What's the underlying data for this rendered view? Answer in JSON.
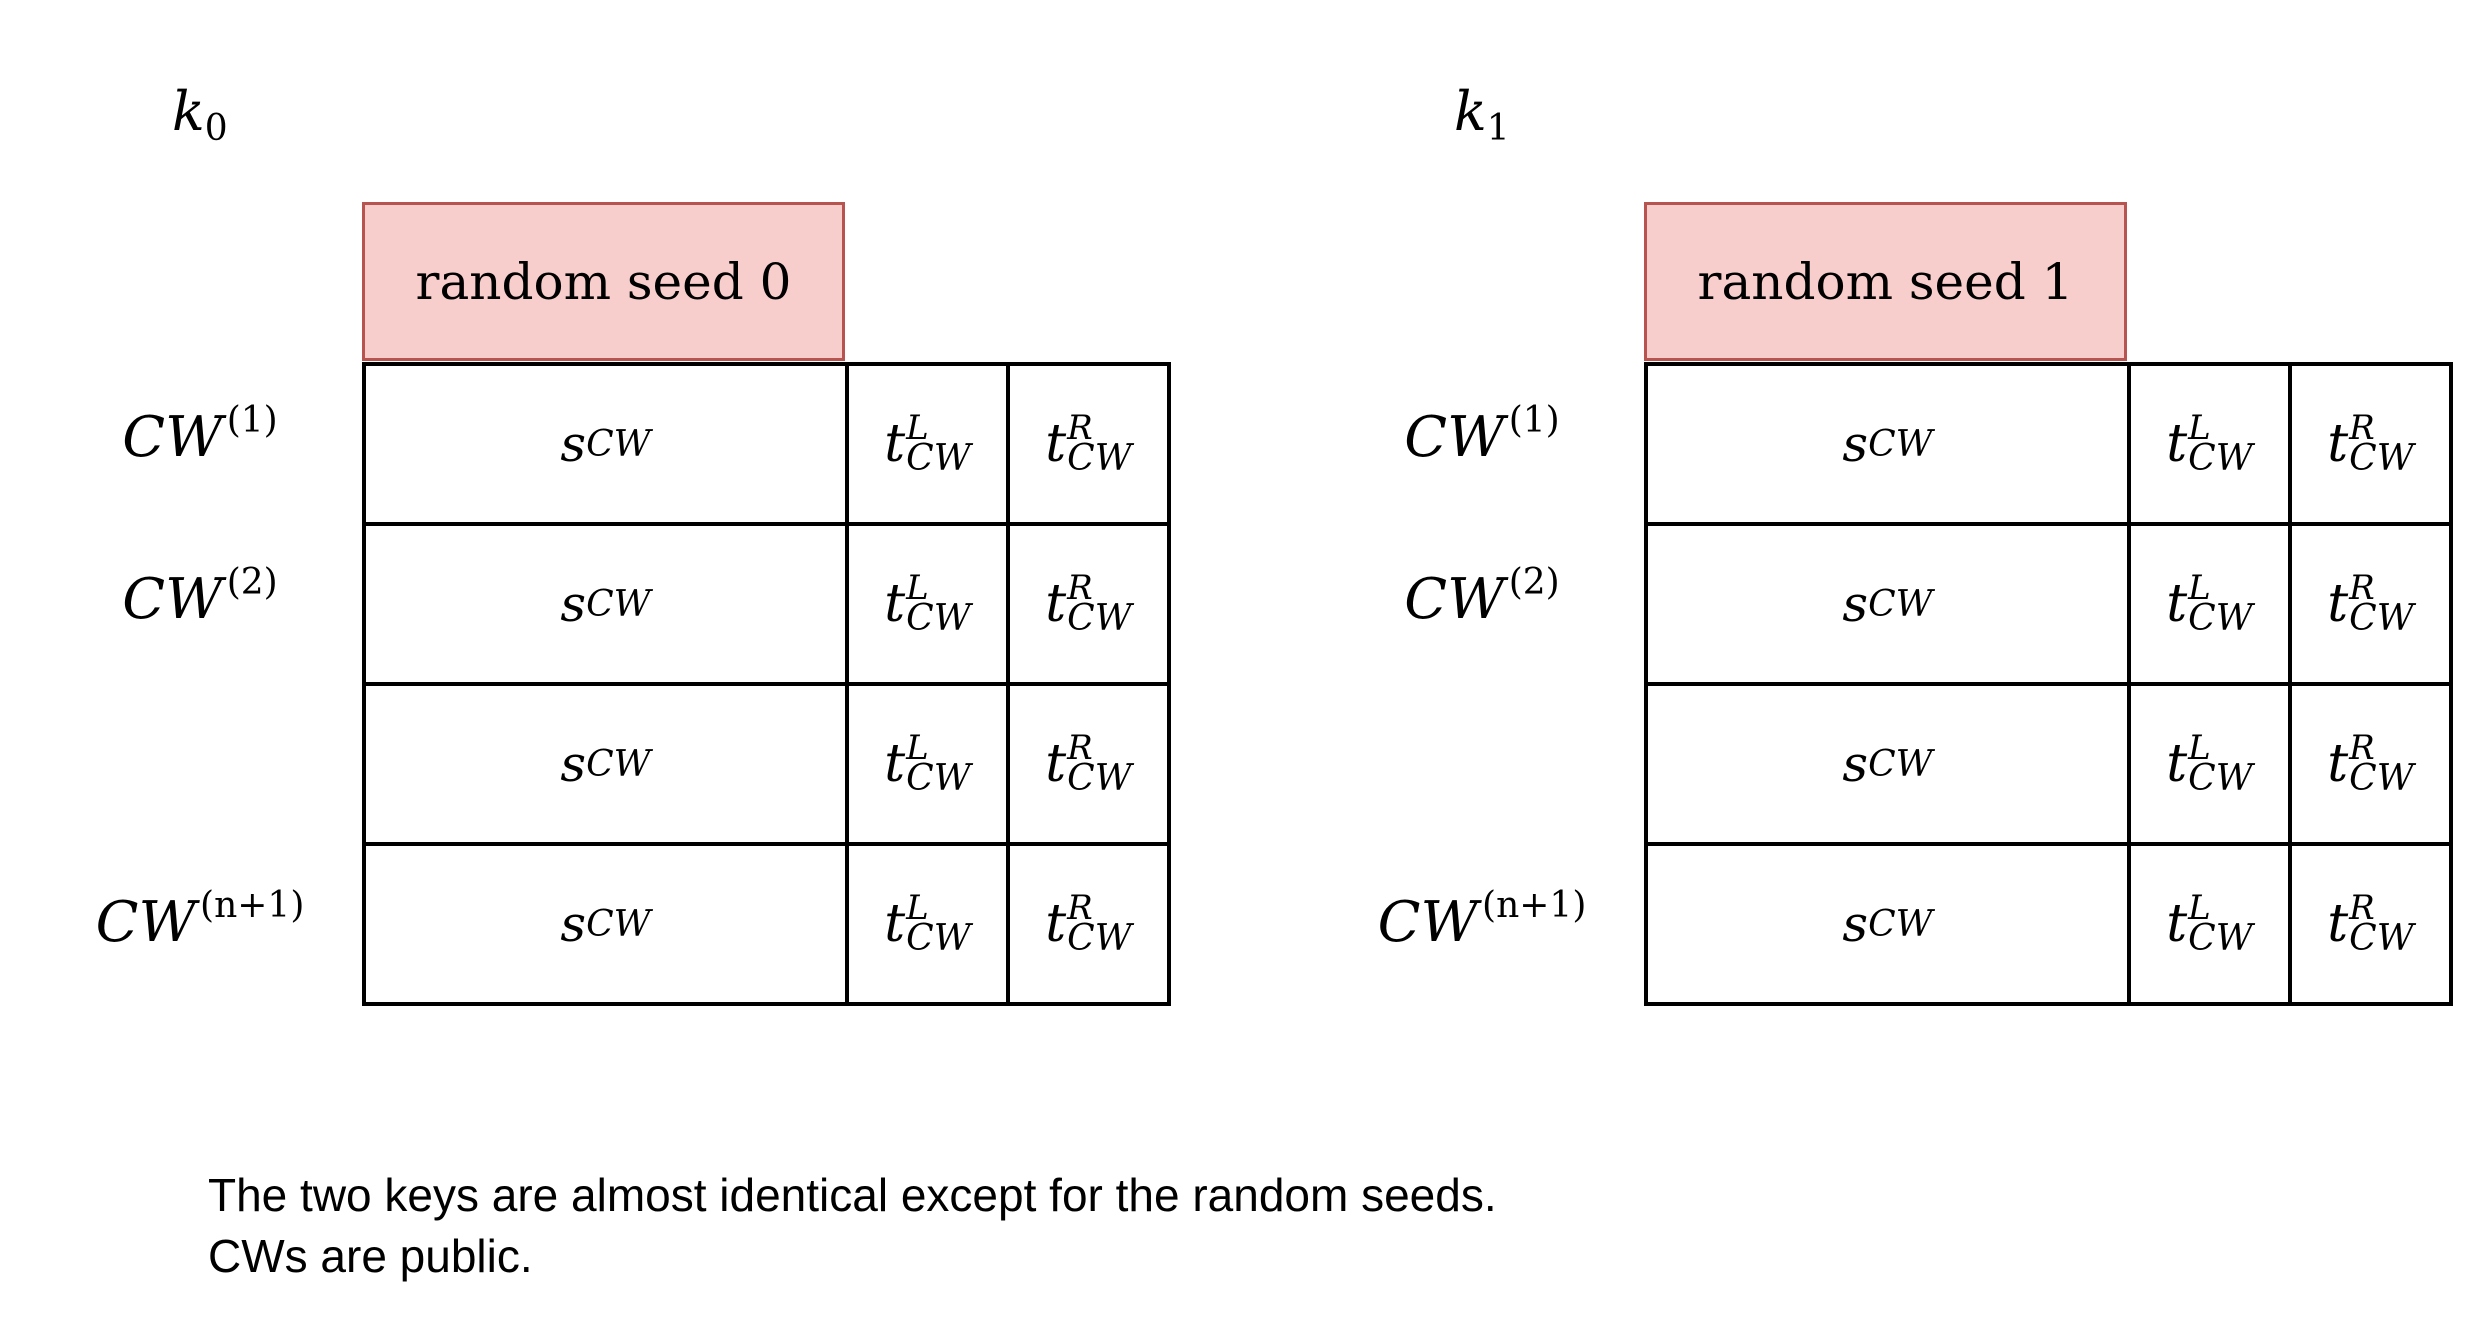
{
  "keys": [
    {
      "label": "k",
      "label_sub": "0",
      "seed": "random seed 0",
      "row_labels": [
        {
          "base": "CW",
          "sup": "(1)"
        },
        {
          "base": "CW",
          "sup": "(2)"
        },
        {
          "base": "",
          "sup": ""
        },
        {
          "base": "CW",
          "sup": "(n+1)"
        }
      ]
    },
    {
      "label": "k",
      "label_sub": "1",
      "seed": "random seed 1",
      "row_labels": [
        {
          "base": "CW",
          "sup": "(1)"
        },
        {
          "base": "CW",
          "sup": "(2)"
        },
        {
          "base": "",
          "sup": ""
        },
        {
          "base": "CW",
          "sup": "(n+1)"
        }
      ]
    }
  ],
  "cells": {
    "s_base": "s",
    "s_sub": "CW",
    "t_base": "t",
    "t_sub": "CW",
    "t_left_sup": "L",
    "t_right_sup": "R"
  },
  "caption": {
    "line1": "The two keys are almost identical except for the random seeds.",
    "line2": "CWs are public."
  },
  "colors": {
    "seed_fill": "#f8cecc",
    "seed_border": "#b85450",
    "grid": "#000000"
  }
}
